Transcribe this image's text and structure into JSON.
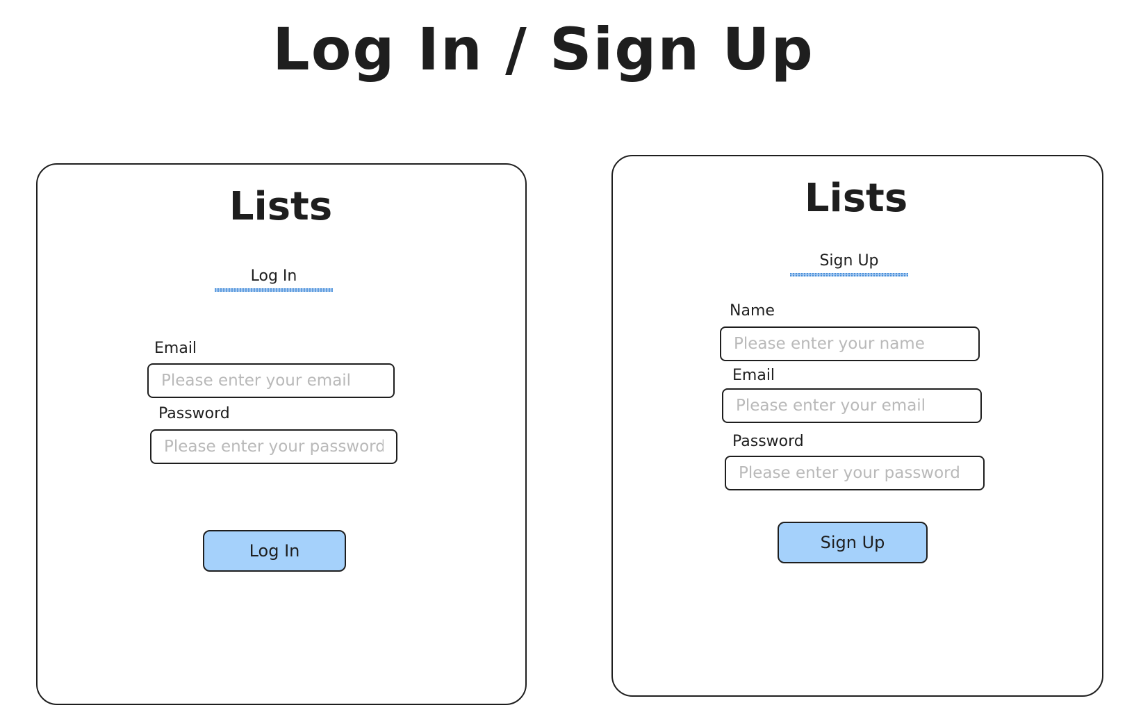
{
  "page": {
    "title": "Log In / Sign Up"
  },
  "login_card": {
    "app_name": "Lists",
    "tab_label": "Log In",
    "email_label": "Email",
    "email_placeholder": "Please enter your email",
    "password_label": "Password",
    "password_placeholder": "Please enter your password",
    "submit_label": "Log In"
  },
  "signup_card": {
    "app_name": "Lists",
    "tab_label": "Sign Up",
    "name_label": "Name",
    "name_placeholder": "Please enter your name",
    "email_label": "Email",
    "email_placeholder": "Please enter your email",
    "password_label": "Password",
    "password_placeholder": "Please enter your password",
    "submit_label": "Sign Up"
  },
  "colors": {
    "stroke": "#1e1e1e",
    "button_fill": "#a5d1fb",
    "tab_underline": "#4a90d9",
    "placeholder": "#b9b9b9"
  }
}
